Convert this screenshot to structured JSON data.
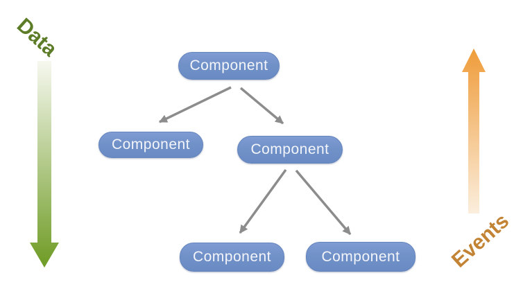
{
  "diagram": {
    "type": "tree",
    "nodes": [
      {
        "id": "root",
        "label": "Component",
        "row": 0
      },
      {
        "id": "child-left",
        "label": "Component",
        "row": 1
      },
      {
        "id": "child-right",
        "label": "Component",
        "row": 1
      },
      {
        "id": "grandchild-left",
        "label": "Component",
        "row": 2
      },
      {
        "id": "grandchild-right",
        "label": "Component",
        "row": 2
      }
    ],
    "edges": [
      {
        "from": "root",
        "to": "child-left"
      },
      {
        "from": "root",
        "to": "child-right"
      },
      {
        "from": "child-right",
        "to": "grandchild-left"
      },
      {
        "from": "child-right",
        "to": "grandchild-right"
      }
    ],
    "annotations": {
      "data_flow": {
        "label": "Data",
        "direction": "down",
        "text_color": "#5d7c27",
        "gradient_top": "#f6f8ef",
        "gradient_bottom": "#6e9b24"
      },
      "events_flow": {
        "label": "Events",
        "direction": "up",
        "text_color": "#c28334",
        "gradient_top": "#ef9c3a",
        "gradient_bottom": "#fbeedd"
      }
    },
    "style": {
      "node_fill": "#7191c9",
      "node_text_color": "#f3f5fa",
      "edge_color": "#8c8c8c",
      "background": "#ffffff"
    }
  }
}
